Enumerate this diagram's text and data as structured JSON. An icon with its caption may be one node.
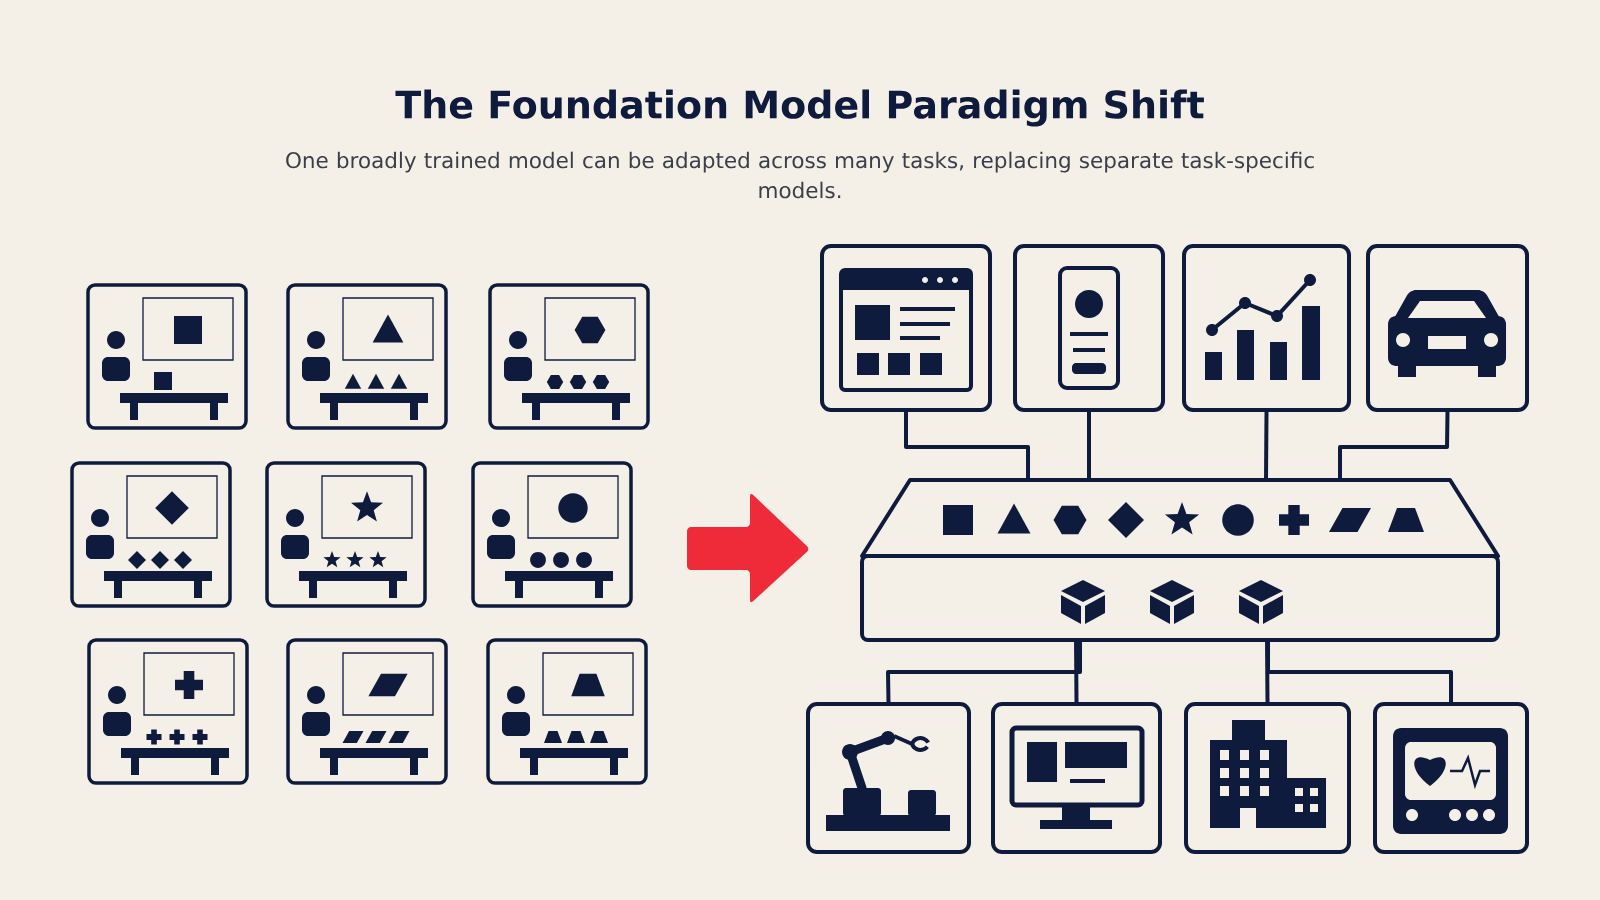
{
  "diagram": {
    "title": "The Foundation Model Paradigm Shift",
    "nodes": [
      {
        "text": [],
        "shape": "box"
      },
      {
        "text": [],
        "shape": "picture"
      },
      {
        "text": [],
        "shape": "picture"
      },
      {
        "text": [],
        "shape": "picture"
      },
      {
        "text": [],
        "shape": "picture"
      },
      {
        "text": [],
        "shape": "picture"
      },
      {
        "text": [],
        "shape": "picture"
      },
      {
        "text": [],
        "shape": "picture"
      },
      {
        "text": [],
        "shape": "picture"
      }
    ],
    "edges": [
      {
        "from": 1,
        "to": 0,
        "arrow": "none"
      },
      {
        "from": 2,
        "to": 0,
        "arrow": "none"
      },
      {
        "from": 3,
        "to": 0,
        "arrow": "none"
      },
      {
        "from": 4,
        "to": 0,
        "arrow": "none"
      },
      {
        "from": 0,
        "to": 5,
        "arrow": "none"
      },
      {
        "from": 0,
        "to": 6,
        "arrow": "none"
      },
      {
        "from": 0,
        "to": 7,
        "arrow": "none"
      },
      {
        "from": 0,
        "to": 8,
        "arrow": "none"
      }
    ],
    "labels": [
      "One broadly trained model can be adapted across many tasks, replacing separate task-specific models."
    ]
  }
}
